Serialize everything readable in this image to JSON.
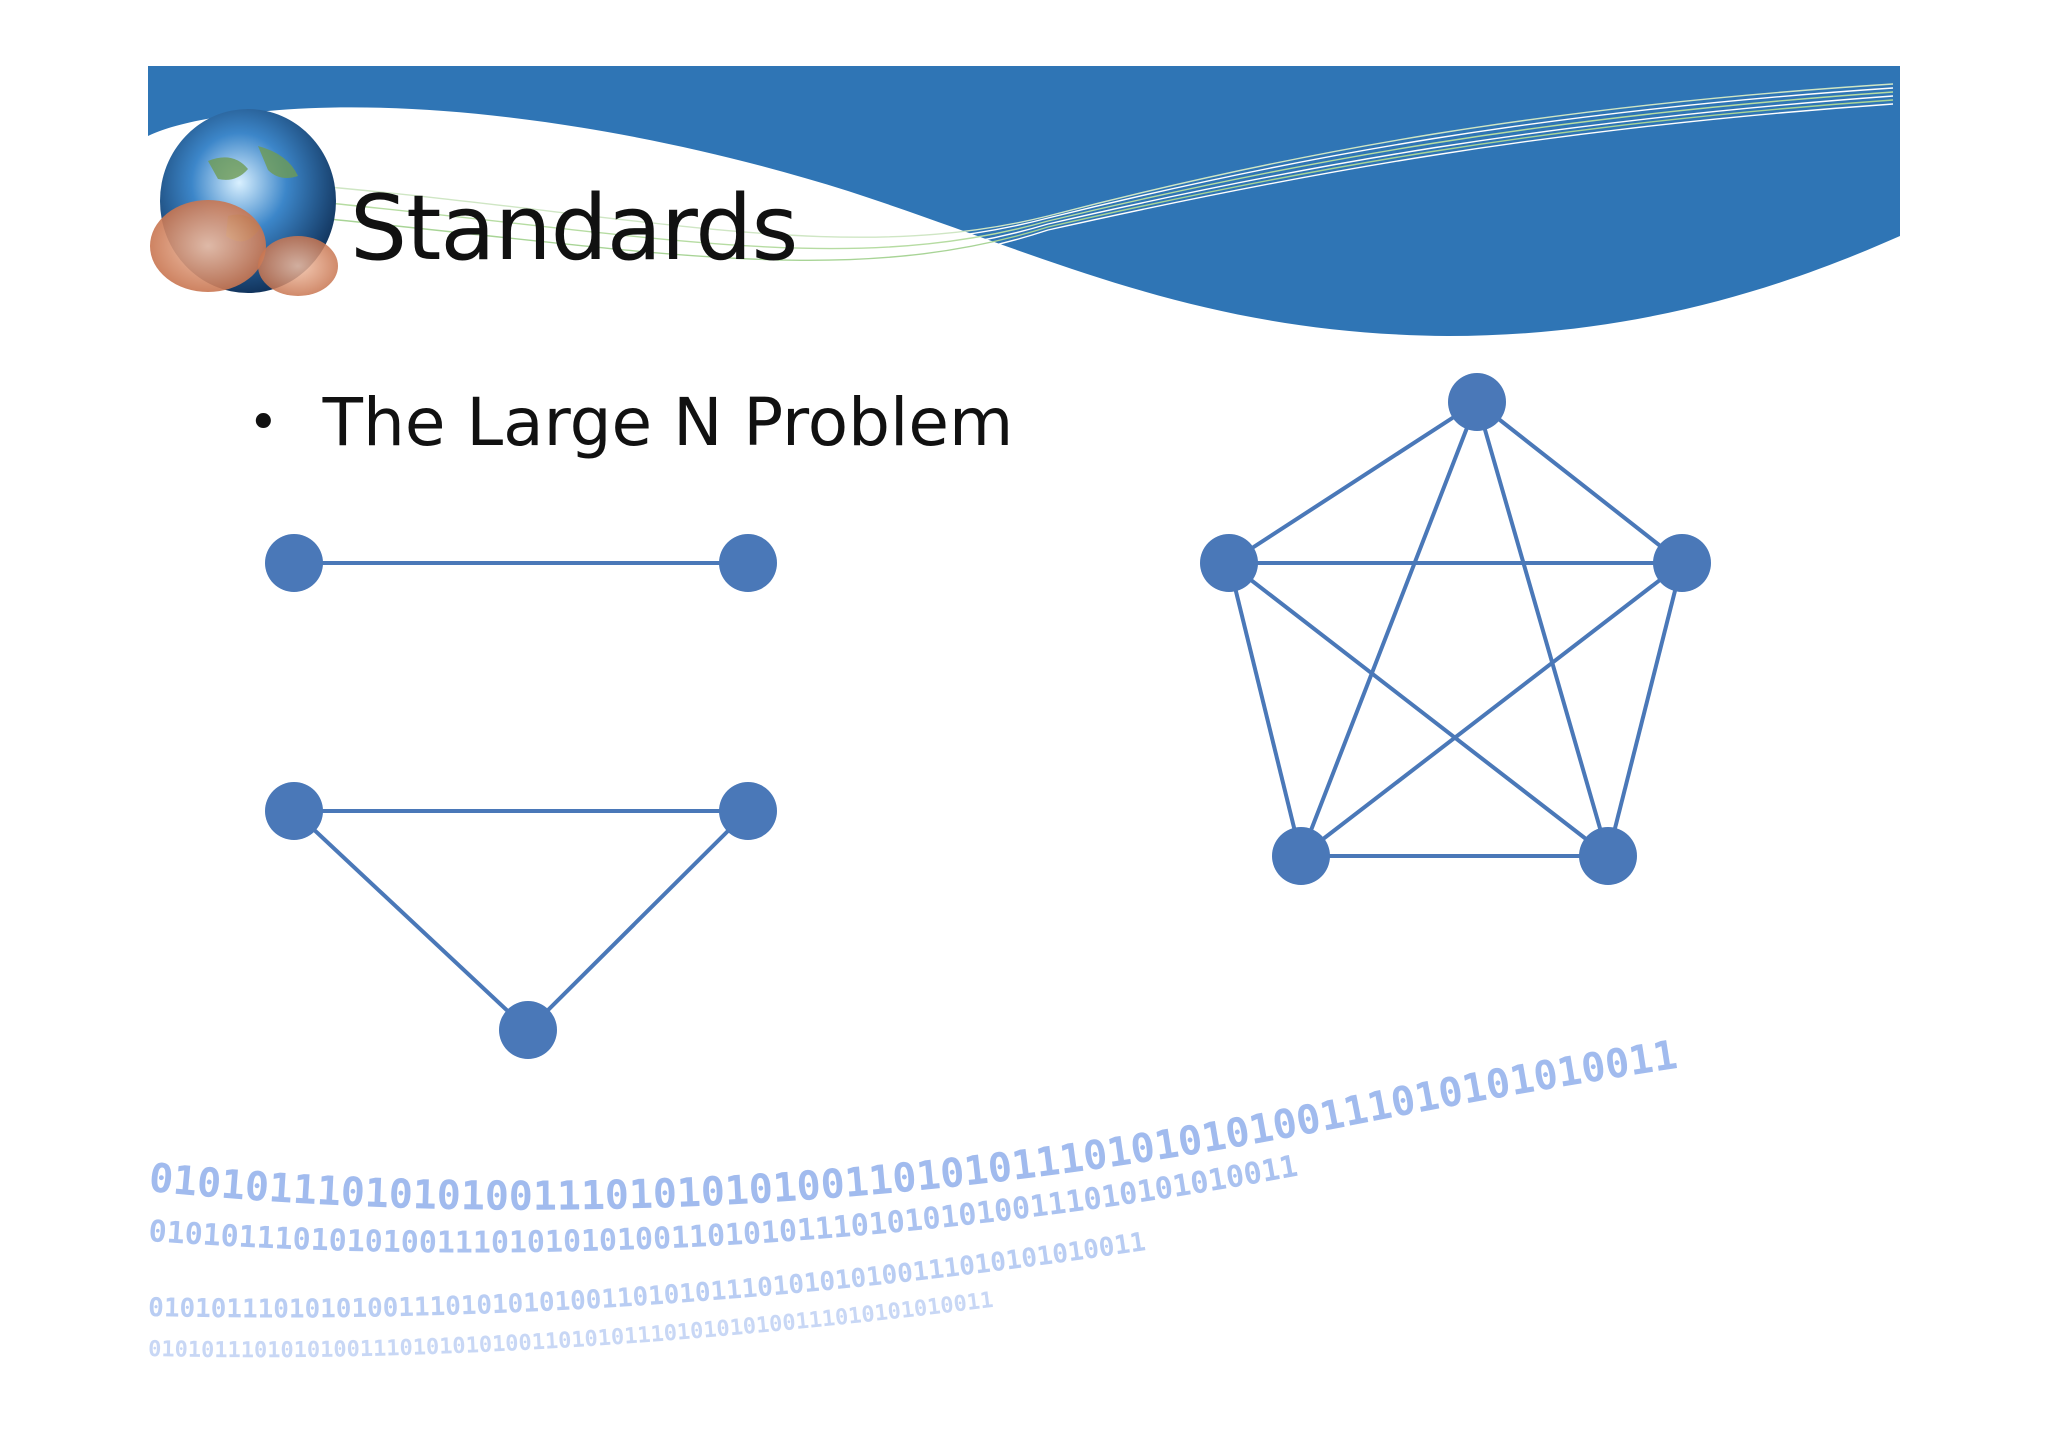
{
  "slide": {
    "title": "Standards",
    "bullets": [
      "The Large N Problem"
    ]
  },
  "colors": {
    "banner": "#2f75b5",
    "node": "#4a78b8",
    "edge": "#4a78b8",
    "binary": "#9cb8ee"
  },
  "decorations": {
    "globe_icon": "globe-in-hands-icon",
    "binary_stream_text": "0101011101010100111010101010011010101110101010100111010101010011"
  },
  "graphs": [
    {
      "name": "two-node-graph",
      "nodes": 2,
      "edges": [
        [
          0,
          1
        ]
      ]
    },
    {
      "name": "three-node-graph",
      "nodes": 3,
      "edges": [
        [
          0,
          1
        ],
        [
          0,
          2
        ],
        [
          1,
          2
        ]
      ]
    },
    {
      "name": "five-node-graph",
      "nodes": 5,
      "edges": [
        [
          0,
          1
        ],
        [
          0,
          2
        ],
        [
          0,
          3
        ],
        [
          0,
          4
        ],
        [
          1,
          2
        ],
        [
          1,
          3
        ],
        [
          1,
          4
        ],
        [
          2,
          3
        ],
        [
          2,
          4
        ],
        [
          3,
          4
        ]
      ]
    }
  ]
}
